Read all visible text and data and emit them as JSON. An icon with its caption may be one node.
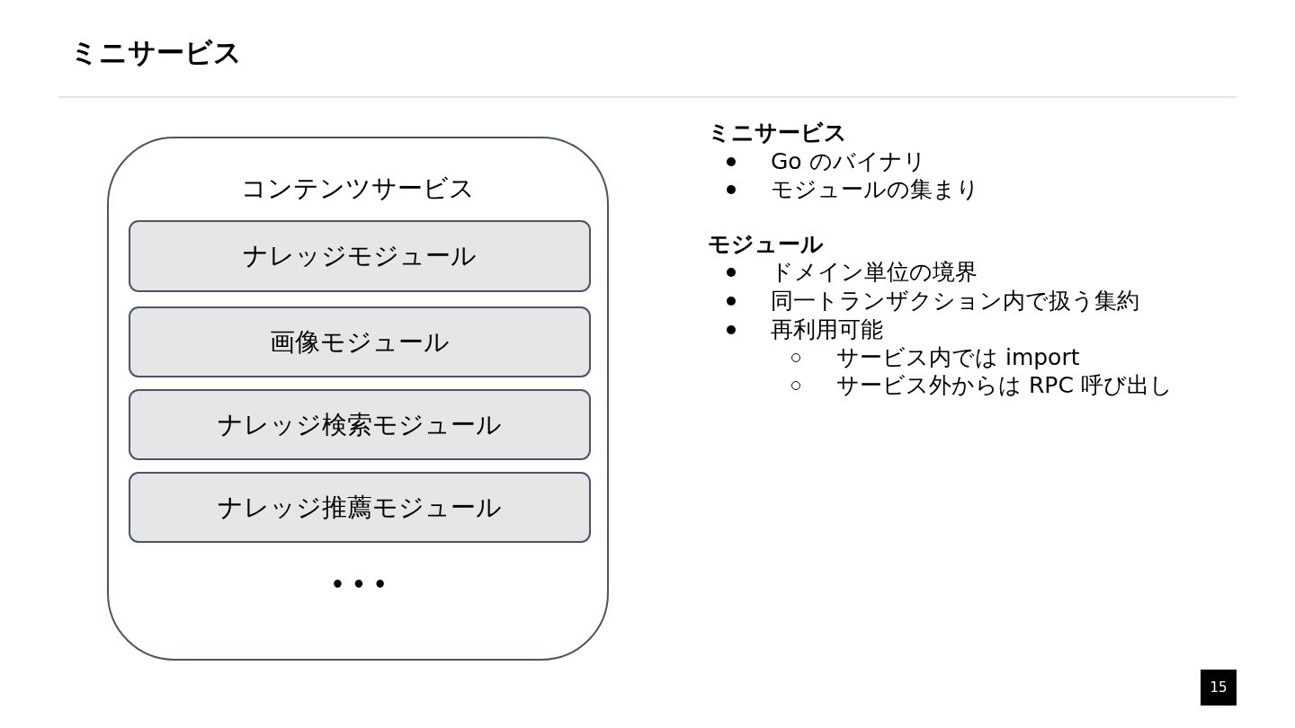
{
  "diagram": {
    "title": "ミニサービス",
    "nodes": [
      {
        "text": [
          "コンテンツサービス",
          "• • •"
        ]
      },
      {
        "text": [
          "ナレッジモジュール"
        ],
        "in": 0
      },
      {
        "text": [
          "画像モジュール"
        ],
        "in": 0
      },
      {
        "text": [
          "ナレッジ検索モジュール"
        ],
        "in": 0
      },
      {
        "text": [
          "ナレッジ推薦モジュール"
        ],
        "in": 0
      }
    ],
    "labels": [
      "ミニサービス",
      "Go のバイナリ",
      "モジュールの集まり",
      "モジュール",
      "ドメイン単位の境界",
      "同一トランザクション内で扱う集約",
      "再利用可能",
      "サービス内では import",
      "サービス外からは RPC 呼び出し",
      "15"
    ]
  }
}
